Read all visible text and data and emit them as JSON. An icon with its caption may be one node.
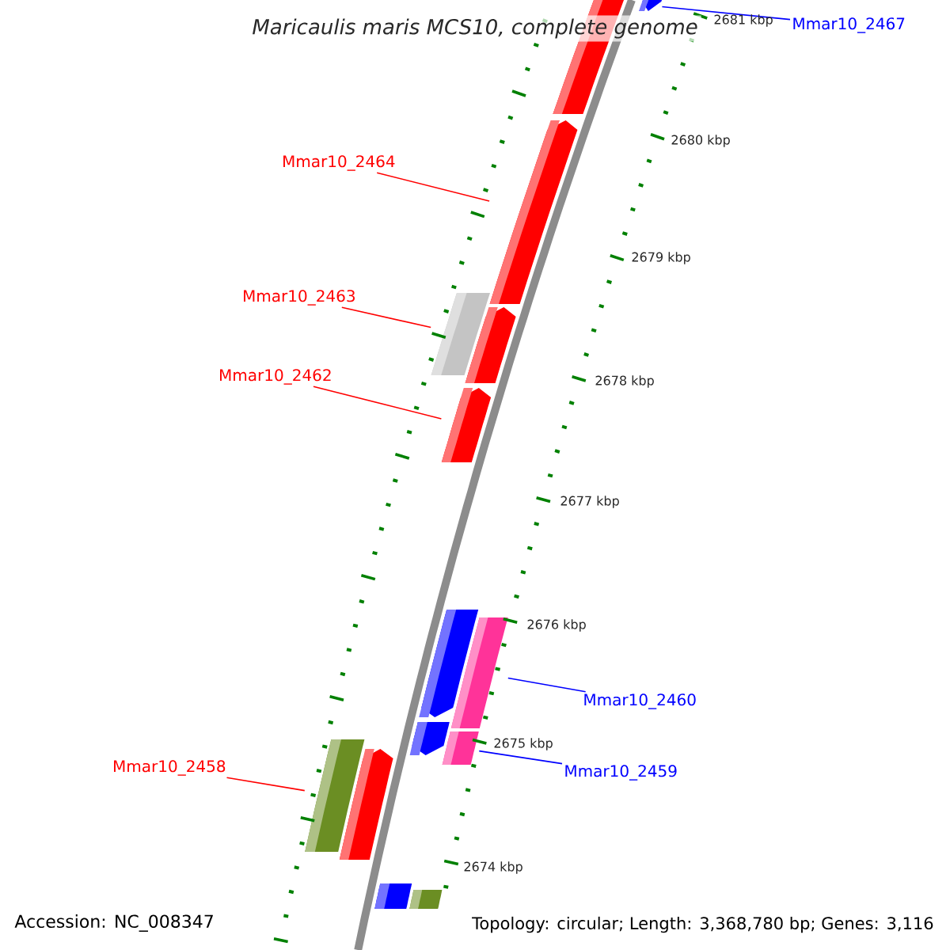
{
  "diagram": {
    "title": "Maricaulis maris MCS10, complete genome",
    "nodes": [
      {
        "text": [
          "Mmar10_2467"
        ]
      },
      {
        "text": [
          "Mmar10_2464"
        ]
      },
      {
        "text": [
          "Mmar10_2463"
        ]
      },
      {
        "text": [
          "Mmar10_2462"
        ]
      },
      {
        "text": [
          "Mmar10_2460"
        ]
      },
      {
        "text": [
          "Mmar10_2459"
        ]
      },
      {
        "text": [
          "Mmar10_2458"
        ]
      },
      {
        "text": [],
        "shape": "bar"
      },
      {
        "text": [],
        "shape": "bar"
      },
      {
        "text": [],
        "shape": "bar"
      },
      {
        "text": [],
        "shape": "bar"
      },
      {
        "text": [],
        "shape": "bar"
      },
      {
        "text": [],
        "shape": "bar"
      },
      {
        "text": [],
        "shape": "bar"
      },
      {
        "text": [],
        "shape": "bar"
      },
      {
        "text": [],
        "shape": "bar"
      },
      {
        "text": [],
        "shape": "bar"
      },
      {
        "text": [],
        "shape": "bar"
      },
      {
        "text": [],
        "shape": "bar"
      },
      {
        "text": [],
        "shape": "bar"
      },
      {
        "text": [],
        "shape": "bar"
      }
    ],
    "edges": [
      {
        "from": 0,
        "to": 8,
        "arrow": "none",
        "color": "#0000ff"
      },
      {
        "from": 1,
        "to": 9,
        "arrow": "none"
      },
      {
        "from": 2,
        "to": 10,
        "arrow": "none"
      },
      {
        "from": 3,
        "to": 12,
        "arrow": "none"
      },
      {
        "from": 4,
        "to": 14,
        "arrow": "none",
        "color": "#0000ff"
      },
      {
        "from": 5,
        "to": 16,
        "arrow": "none",
        "color": "#0000ff"
      },
      {
        "from": 6,
        "to": 17,
        "arrow": "none"
      }
    ],
    "labels": [
      "2681 kbp",
      "2680 kbp",
      "2679 kbp",
      "2678 kbp",
      "2677 kbp",
      "2676 kbp",
      "2675 kbp",
      "2674 kbp",
      "Accession: NC_008347",
      "Topology: circular; Length: 3,368,780 bp; Genes: 3,116"
    ]
  }
}
